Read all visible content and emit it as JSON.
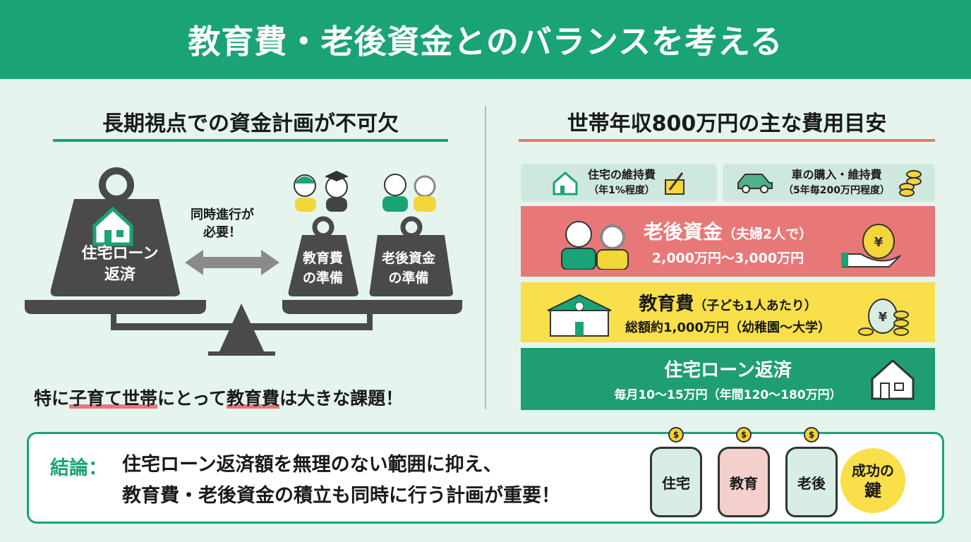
{
  "header": {
    "title": "教育費・老後資金とのバランスを考える"
  },
  "left": {
    "title": "長期視点での資金計画が不可欠",
    "weight_housing": [
      "住宅ローン",
      "返済"
    ],
    "weight_education": [
      "教育費",
      "の準備"
    ],
    "weight_retirement": [
      "老後資金",
      "の準備"
    ],
    "arrow_label": [
      "同時進行が",
      "必要！"
    ],
    "footnote": {
      "part1": "特に",
      "hl1": "子育て世帯",
      "part2": "にとって",
      "hl2": "教育費",
      "part3": "は大きな課題！"
    }
  },
  "right": {
    "title": "世帯年収800万円の主な費用目安",
    "maintenance": {
      "title": "住宅の維持費",
      "sub": "（年1%程度）"
    },
    "car": {
      "title": "車の購入・維持費",
      "sub": "（5年毎200万円程度）"
    },
    "retirement": {
      "title": "老後資金",
      "note": "（夫婦2人で）",
      "amount": "2,000万円〜3,000万円"
    },
    "education": {
      "title": "教育費",
      "note": "（子ども1人あたり）",
      "amount": "総額約1,000万円（幼稚園〜大学）"
    },
    "housing": {
      "title": "住宅ローン返済",
      "amount": "毎月10〜15万円（年間120〜180万円）"
    }
  },
  "conclusion": {
    "label": "結論：",
    "line1": "住宅ローン返済額を無理のない範囲に抑え、",
    "line2": "教育費・老後資金の積立も同時に行う計画が重要！",
    "jars": [
      "住宅",
      "教育",
      "老後"
    ],
    "coin_symbol": "$",
    "key": [
      "成功の",
      "鍵"
    ]
  },
  "colors": {
    "green": "#1aa377",
    "red": "#e87878",
    "yellow": "#f9e04a",
    "dark": "#4a4a4a"
  }
}
